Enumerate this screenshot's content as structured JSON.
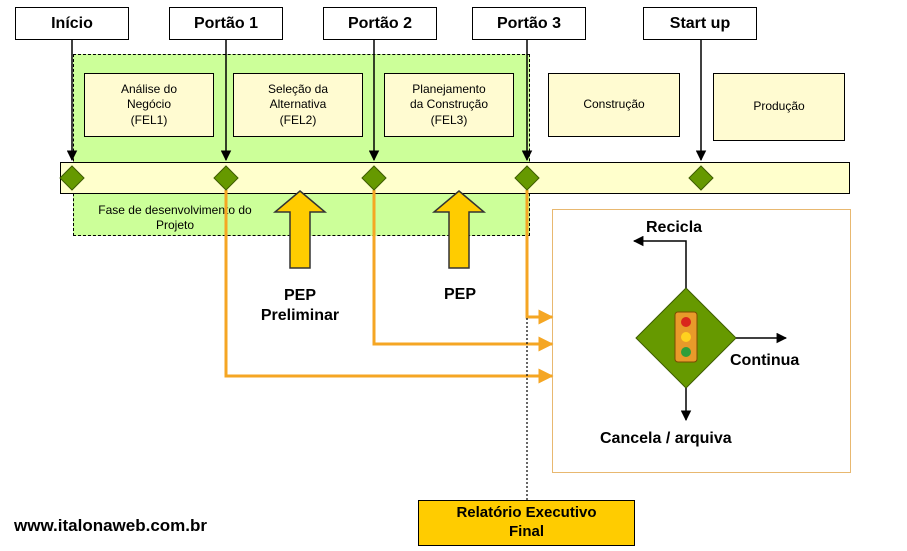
{
  "gates": [
    "Início",
    "Portão 1",
    "Portão 2",
    "Portão 3",
    "Start up"
  ],
  "phases": [
    "Análise do\nNegócio\n(FEL1)",
    "Seleção da\nAlternativa\n(FEL2)",
    "Planejamento\nda Construção\n(FEL3)",
    "Construção",
    "Produção"
  ],
  "fel_label": "Fase de desenvolvimento do\nProjeto",
  "pep_preliminar": "PEP\nPreliminar",
  "pep": "PEP",
  "decision": {
    "recicla": "Recicla",
    "continua": "Continua",
    "cancela": "Cancela / arquiva"
  },
  "report": "Relatório Executivo\nFinal",
  "website": "www.italonaweb.com.br",
  "colors": {
    "fel_green": "#ccff99",
    "timeline_fill": "#ffffcc",
    "diamond_green": "#669900",
    "arrow_orange": "#f5a623",
    "big_arrow_yellow": "#ffcc00",
    "report_yellow": "#ffcc00"
  }
}
